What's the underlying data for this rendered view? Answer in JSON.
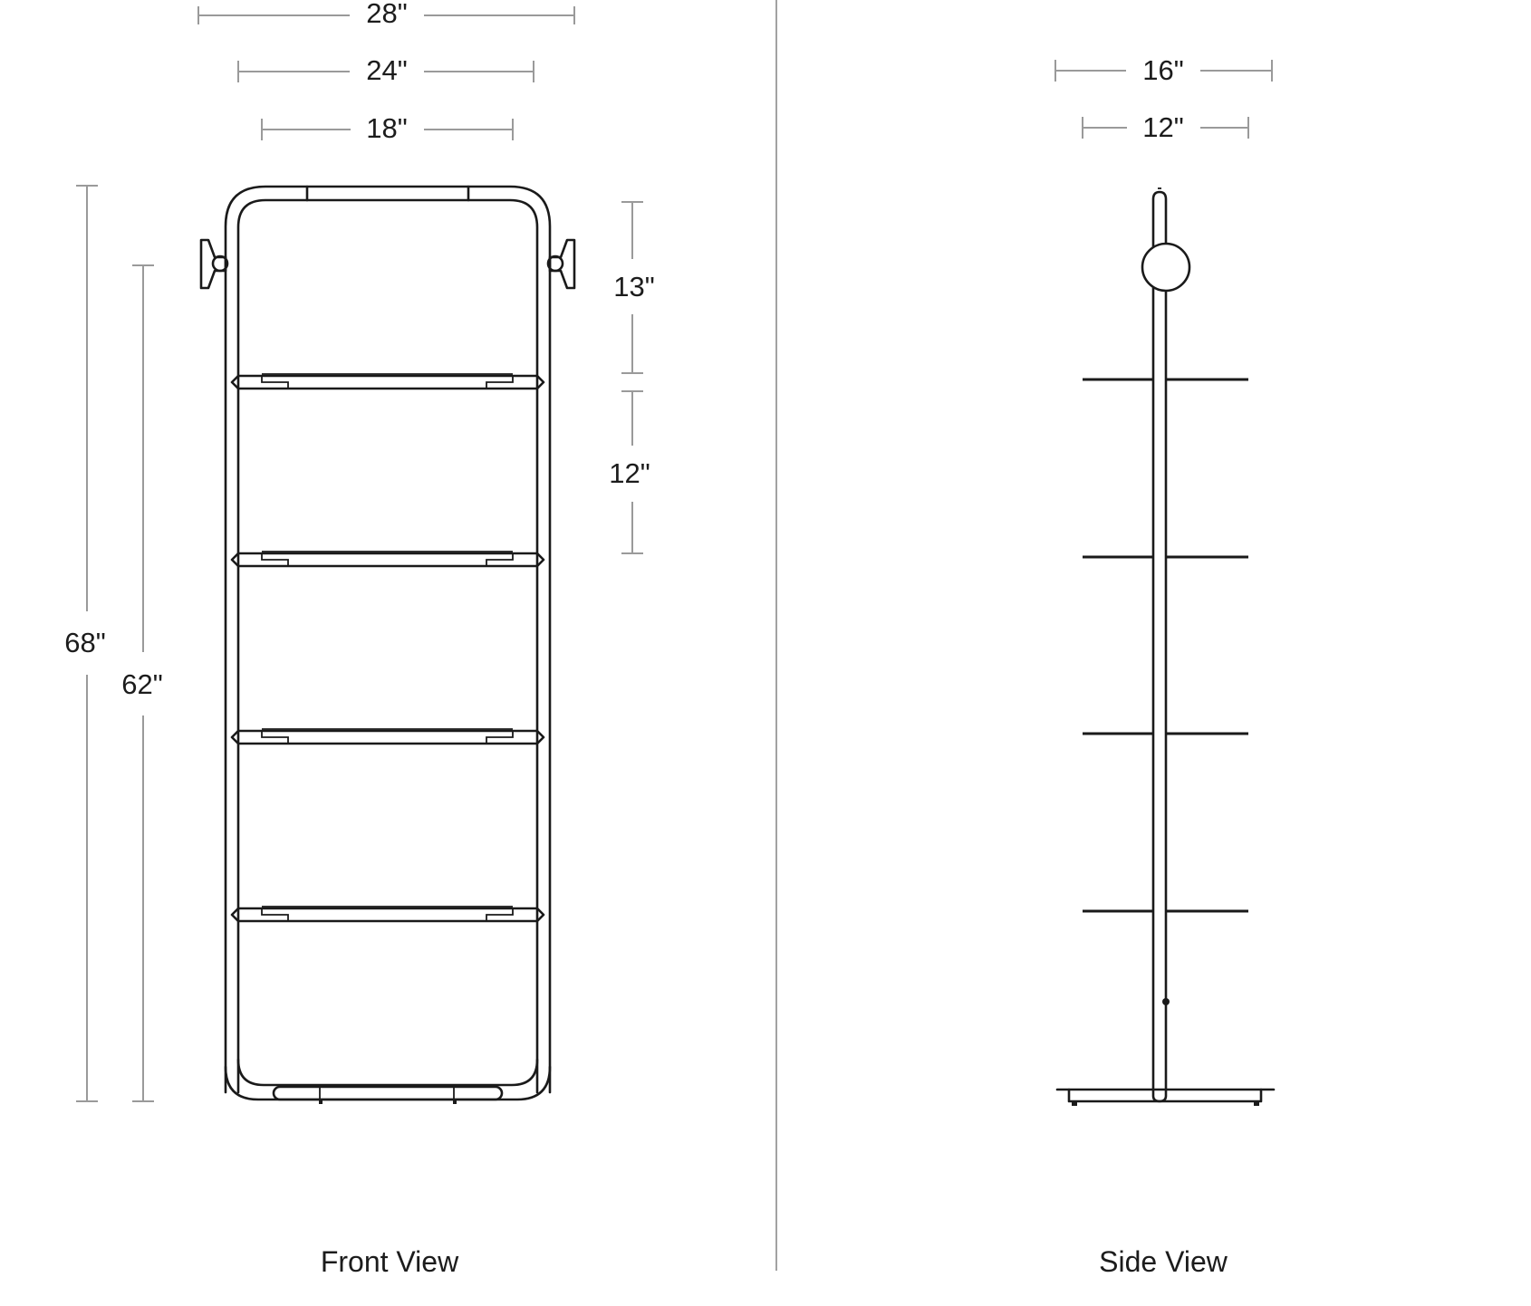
{
  "front_view": {
    "caption": "Front View",
    "dimensions": {
      "overall_width": "28\"",
      "frame_width": "24\"",
      "shelf_width": "18\"",
      "overall_height": "68\"",
      "frame_height": "62\"",
      "top_spacing": "13\"",
      "shelf_spacing": "12\""
    }
  },
  "side_view": {
    "caption": "Side View",
    "dimensions": {
      "base_depth": "16\"",
      "shelf_depth": "12\""
    }
  }
}
